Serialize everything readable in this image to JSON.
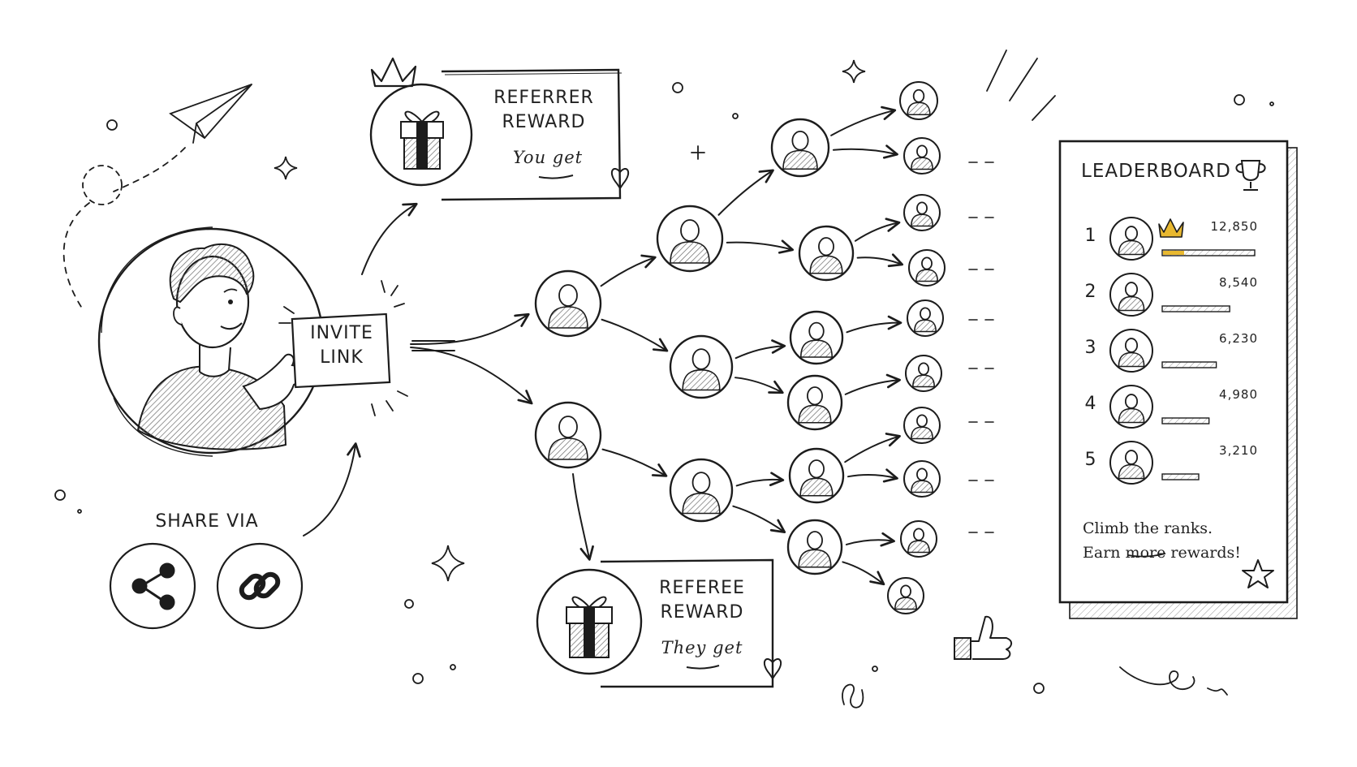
{
  "invite": {
    "line1": "INVITE",
    "line2": "LINK"
  },
  "share": {
    "label": "SHARE VIA",
    "options": [
      {
        "icon": "share-icon"
      },
      {
        "icon": "link-icon"
      }
    ]
  },
  "referrer_reward": {
    "line1": "REFERRER",
    "line2": "REWARD",
    "note": "You get"
  },
  "referee_reward": {
    "line1": "REFEREE",
    "line2": "REWARD",
    "note": "They get"
  },
  "leaderboard": {
    "title": "LEADERBOARD",
    "entries": [
      {
        "rank": "1",
        "score": "12,850",
        "value": 12850
      },
      {
        "rank": "2",
        "score": "8,540",
        "value": 8540
      },
      {
        "rank": "3",
        "score": "6,230",
        "value": 6230
      },
      {
        "rank": "4",
        "score": "4,980",
        "value": 4980
      },
      {
        "rank": "5",
        "score": "3,210",
        "value": 3210
      }
    ],
    "tagline1": "Climb the ranks.",
    "tagline2": "Earn more rewards!"
  },
  "colors": {
    "ink": "#1c1c1c",
    "accent_gold": "#e8b830",
    "paper": "#ffffff",
    "hatch": "#8a8a8a"
  }
}
